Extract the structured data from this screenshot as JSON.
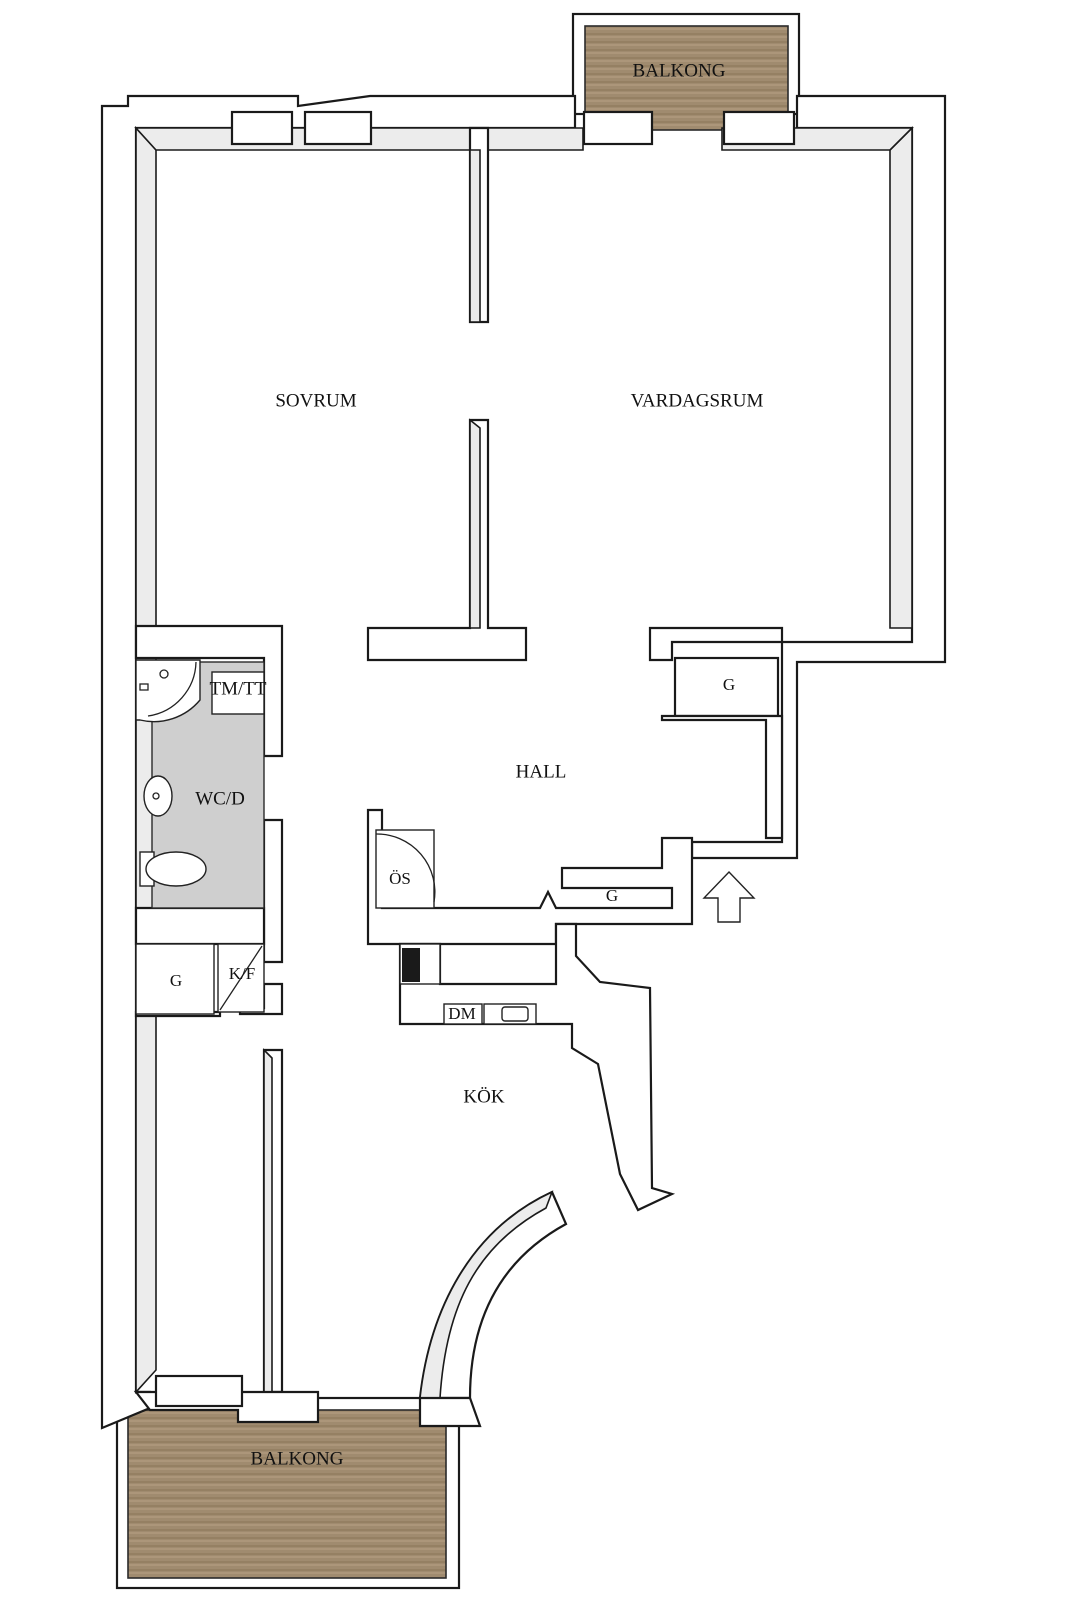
{
  "rooms": {
    "balkong_top": "BALKONG",
    "sovrum": "SOVRUM",
    "vardagsrum": "VARDAGSRUM",
    "tm_tt": "TM/TT",
    "g_hall_right": "G",
    "hall": "HALL",
    "wc_d": "WC/D",
    "os": "ÖS",
    "g_hall_bottom": "G",
    "g_left": "G",
    "k_f": "K/F",
    "dm": "DM",
    "kok": "KÖK",
    "balkong_bottom": "BALKONG"
  },
  "colors": {
    "wood": "#a08b6f",
    "wet_floor": "#cfcfcf",
    "wall": "#ffffff"
  },
  "icons": [
    "entrance-arrow-icon",
    "toilet-icon",
    "sink-icon",
    "shower-icon",
    "stove-icon",
    "kitchen-sink-icon"
  ]
}
